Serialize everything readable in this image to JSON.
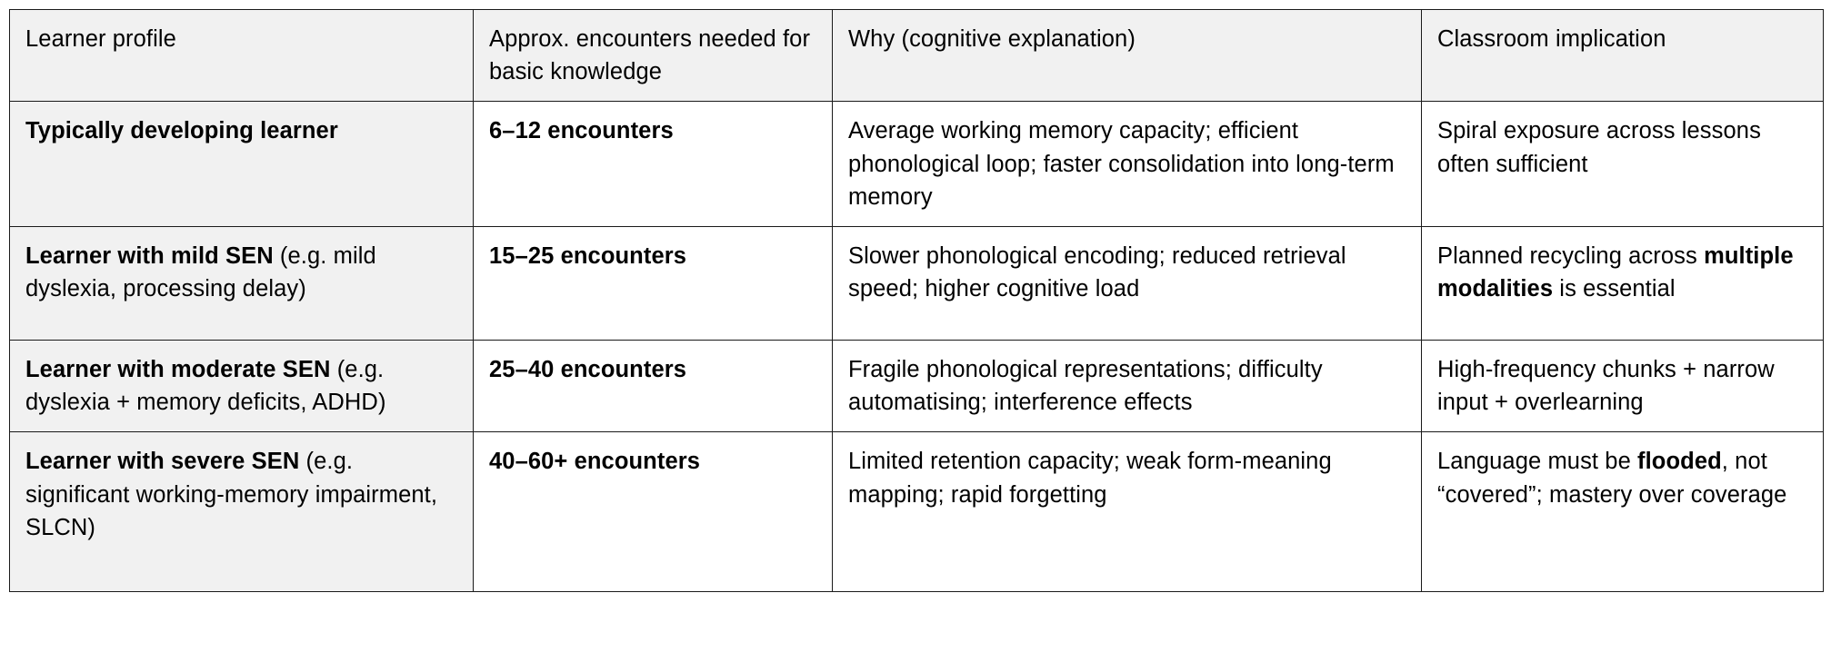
{
  "table": {
    "headers": [
      "Learner profile",
      "Approx. encounters needed for basic knowledge",
      "Why (cognitive explanation)",
      "Classroom implication"
    ],
    "rows": [
      {
        "profile_bold": "Typically developing learner",
        "profile_rest": "",
        "encounters": "6–12 encounters",
        "why": "Average working memory capacity; efficient phonological loop; faster consolidation into long-term memory",
        "implication_pre": "Spiral exposure across lessons often sufficient",
        "implication_bold": "",
        "implication_post": ""
      },
      {
        "profile_bold": "Learner with mild SEN",
        "profile_rest": " (e.g. mild dyslexia, processing delay)",
        "encounters": "15–25 encounters",
        "why": "Slower phonological encoding; reduced retrieval speed; higher cognitive load",
        "implication_pre": "Planned recycling across ",
        "implication_bold": "multiple modalities",
        "implication_post": " is essential"
      },
      {
        "profile_bold": "Learner with moderate SEN",
        "profile_rest": " (e.g. dyslexia + memory deficits, ADHD)",
        "encounters": "25–40 encounters",
        "why": "Fragile phonological representations; difficulty automatising; interference effects",
        "implication_pre": "High-frequency chunks + narrow input + overlearning",
        "implication_bold": "",
        "implication_post": ""
      },
      {
        "profile_bold": "Learner with severe SEN",
        "profile_rest": " (e.g. significant working-memory impairment, SLCN)",
        "encounters": "40–60+ encounters",
        "why": "Limited retention capacity; weak form-meaning mapping; rapid forgetting",
        "implication_pre": "Language must be ",
        "implication_bold": "flooded",
        "implication_post": ", not “covered”; mastery over coverage"
      }
    ],
    "colors": {
      "header_background": "#f1f1f1",
      "profile_column_background": "#f1f1f1",
      "cell_background": "#ffffff",
      "border": "#1a1a1a",
      "text": "#000000"
    }
  }
}
